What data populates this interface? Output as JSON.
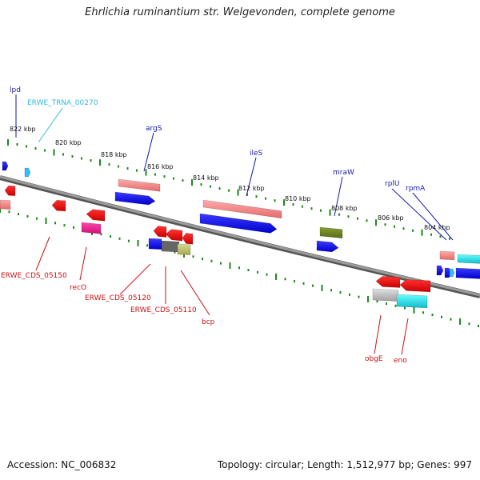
{
  "title": "Ehrlichia ruminantium str. Welgevonden, complete genome",
  "footer": {
    "accession": "Accession: NC_006832",
    "summary": "Topology: circular; Length: 1,512,977 bp; Genes: 997"
  },
  "colors": {
    "backbone": "#808080",
    "ruler": "#1a8a1a",
    "cds_forward_label": "#1a1aaa",
    "cds_reverse_label": "#cc1111",
    "trna_label": "#33bbdd"
  },
  "ruler_labels": [
    "822 kbp",
    "820 kbp",
    "818 kbp",
    "816 kbp",
    "814 kbp",
    "812 kbp",
    "810 kbp",
    "808 kbp",
    "806 kbp",
    "804 kbp"
  ],
  "top_labels": [
    {
      "text": "lpd",
      "color": "#1a1aaa"
    },
    {
      "text": "ERWE_TRNA_00270",
      "color": "#33bbdd"
    },
    {
      "text": "argS",
      "color": "#1a1aaa"
    },
    {
      "text": "ileS",
      "color": "#1a1aaa"
    },
    {
      "text": "mraW",
      "color": "#1a1aaa"
    },
    {
      "text": "rplU",
      "color": "#1a1aaa"
    },
    {
      "text": "rpmA",
      "color": "#1a1aaa"
    }
  ],
  "bottom_labels": [
    {
      "text": "ERWE_CDS_05150",
      "color": "#cc1111"
    },
    {
      "text": "recO",
      "color": "#cc1111"
    },
    {
      "text": "ERWE_CDS_05120",
      "color": "#cc1111"
    },
    {
      "text": "ERWE_CDS_05110",
      "color": "#cc1111"
    },
    {
      "text": "bcp",
      "color": "#cc1111"
    },
    {
      "text": "obgE",
      "color": "#cc1111"
    },
    {
      "text": "eno",
      "color": "#cc1111"
    }
  ]
}
